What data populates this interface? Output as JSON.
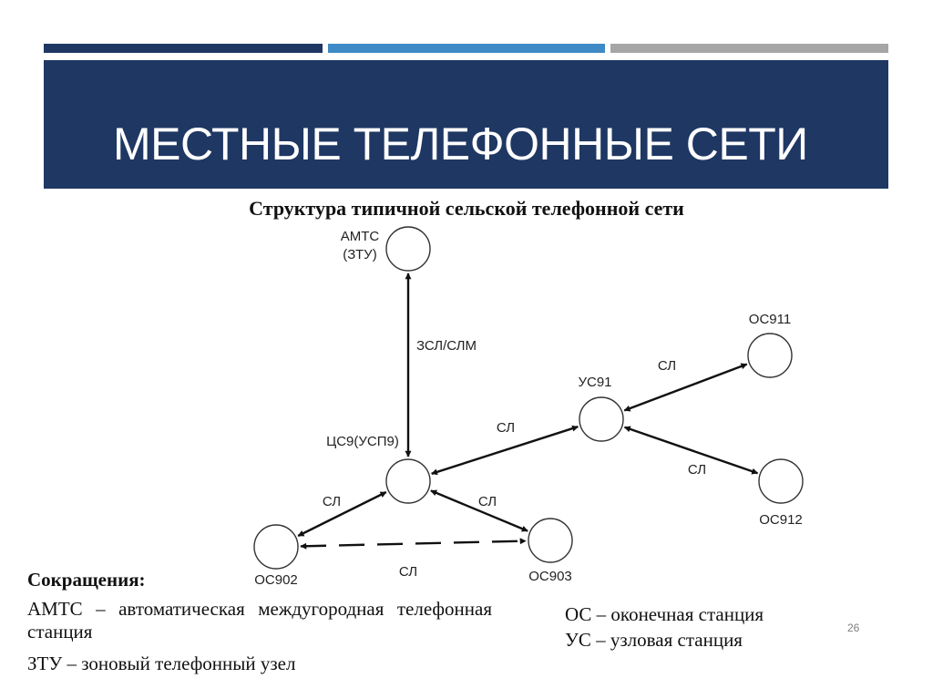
{
  "slide": {
    "title": "МЕСТНЫЕ ТЕЛЕФОННЫЕ СЕТИ",
    "subtitle": "Структура типичной сельской телефонной сети",
    "page_number": "26"
  },
  "diagram": {
    "nodes": [
      {
        "id": "amts",
        "label_lines": [
          "АМТС",
          "(ЗТУ)"
        ]
      },
      {
        "id": "cs9",
        "label_lines": [
          "ЦС9(УСП9)"
        ]
      },
      {
        "id": "us91",
        "label_lines": [
          "УС91"
        ]
      },
      {
        "id": "os911",
        "label_lines": [
          "ОС911"
        ]
      },
      {
        "id": "os912",
        "label_lines": [
          "ОС912"
        ]
      },
      {
        "id": "os902",
        "label_lines": [
          "ОС902"
        ]
      },
      {
        "id": "os903",
        "label_lines": [
          "ОС903"
        ]
      }
    ],
    "links": [
      {
        "from": "amts",
        "to": "cs9",
        "label": "ЗСЛ/СЛМ",
        "style": "solid"
      },
      {
        "from": "cs9",
        "to": "us91",
        "label": "СЛ",
        "style": "solid"
      },
      {
        "from": "us91",
        "to": "os911",
        "label": "СЛ",
        "style": "solid"
      },
      {
        "from": "us91",
        "to": "os912",
        "label": "СЛ",
        "style": "solid"
      },
      {
        "from": "cs9",
        "to": "os902",
        "label": "СЛ",
        "style": "solid"
      },
      {
        "from": "cs9",
        "to": "os903",
        "label": "СЛ",
        "style": "solid"
      },
      {
        "from": "os902",
        "to": "os903",
        "label": "СЛ",
        "style": "dashed"
      }
    ]
  },
  "abbreviations": {
    "heading": "Сокращения:",
    "left": [
      "АМТС – автоматическая междугородная телефонная станция",
      "ЗТУ – зоновый телефонный узел"
    ],
    "right": [
      "ОС – оконечная станция",
      "УС – узловая станция"
    ]
  },
  "colors": {
    "banner": "#1f3763",
    "bar_primary": "#1f3763",
    "bar_accent": "#3e8ac6",
    "bar_neutral": "#a6a6a6"
  }
}
